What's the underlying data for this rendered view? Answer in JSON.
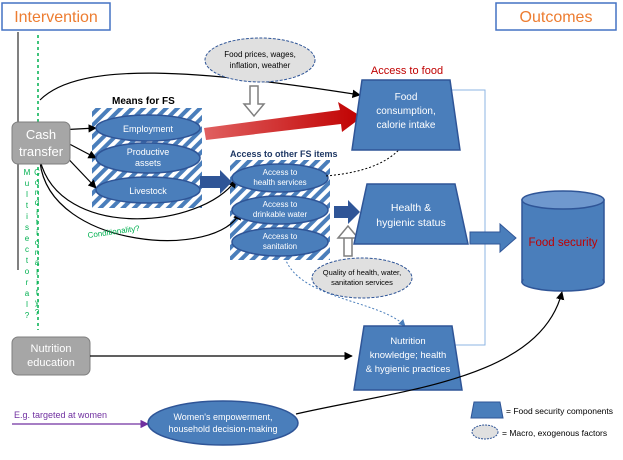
{
  "headers": {
    "intervention": "Intervention",
    "outcomes": "Outcomes"
  },
  "clouds": {
    "food_prices": [
      "Food prices, wages,",
      "inflation, weather"
    ],
    "quality": [
      "Quality of health, water,",
      "sanitation services"
    ]
  },
  "labels": {
    "access_to_food": "Access to food",
    "means_for_fs": "Means for FS",
    "access_other_fs": "Access to other FS items",
    "conditionality": "Conditionality?",
    "targeted_women": "E.g. targeted at women",
    "multisectoral_vertical": "Multisectoral?",
    "conditionality_vertical": "Conditionality?"
  },
  "interventions": {
    "cash_transfer": [
      "Cash",
      "transfer"
    ],
    "nutrition_education": [
      "Nutrition",
      "education"
    ]
  },
  "means": {
    "employment": [
      "Employment"
    ],
    "productive_assets": [
      "Productive",
      "assets"
    ],
    "livestock": [
      "Livestock"
    ]
  },
  "access_items": {
    "health_services": [
      "Access to",
      "health services"
    ],
    "drinkable_water": [
      "Access to",
      "drinkable water"
    ],
    "sanitation": [
      "Access to",
      "sanitation"
    ]
  },
  "components": {
    "food_consumption": [
      "Food",
      "consumption,",
      "calorie intake"
    ],
    "health_status": [
      "Health &",
      "hygienic status"
    ],
    "nutrition_knowledge": [
      "Nutrition",
      "knowledge; health",
      "& hygienic practices"
    ]
  },
  "womens_empowerment": [
    "Women's empowerment,",
    "household decision-making"
  ],
  "food_security": "Food security",
  "legend": {
    "components": "= Food security components",
    "macro": "= Macro, exogenous factors"
  },
  "colors": {
    "header_text": "#ED7D31",
    "header_border": "#4472C4",
    "node_fill": "#4A7EBB",
    "node_stroke": "#2F5597",
    "grey_box": "#A6A6A6",
    "red_arrow": "#C00000",
    "dark_blue_text": "#1F3864",
    "green_text": "#00B050",
    "purple_text": "#7030A0",
    "access_food_text": "#C00000"
  }
}
